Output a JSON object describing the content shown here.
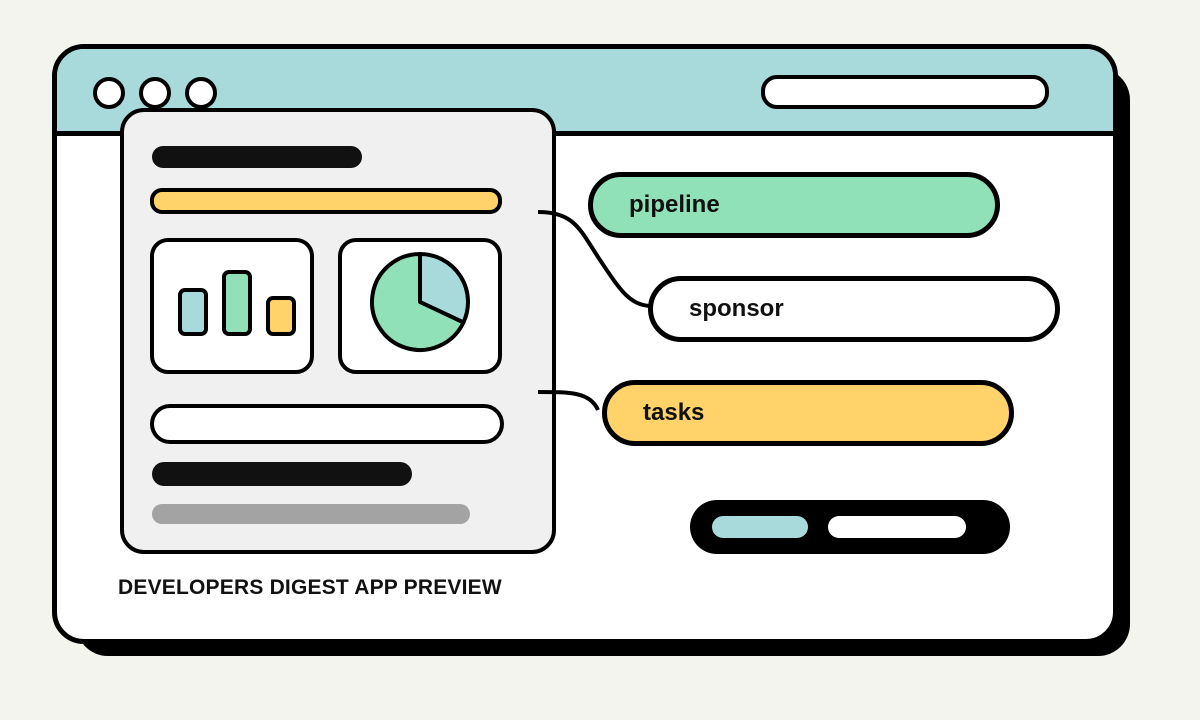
{
  "window": {
    "titlebar_color": "#a8dadb",
    "controls": [
      "window-dot-icon",
      "window-dot-icon",
      "window-dot-icon"
    ]
  },
  "panel": {
    "bar_chart": {
      "values": [
        0.55,
        0.75,
        0.45
      ],
      "colors": [
        "#a8dadb",
        "#90e0b8",
        "#ffd26a"
      ]
    },
    "pie_chart": {
      "slices": [
        0.32,
        0.68
      ],
      "colors": [
        "#a8dadb",
        "#90e0b8"
      ]
    }
  },
  "tags": [
    {
      "label": "pipeline",
      "color": "#90e0b8"
    },
    {
      "label": "sponsor",
      "color": "#ffffff"
    },
    {
      "label": "tasks",
      "color": "#ffd26a"
    }
  ],
  "caption": "DEVELOPERS DIGEST APP PREVIEW"
}
